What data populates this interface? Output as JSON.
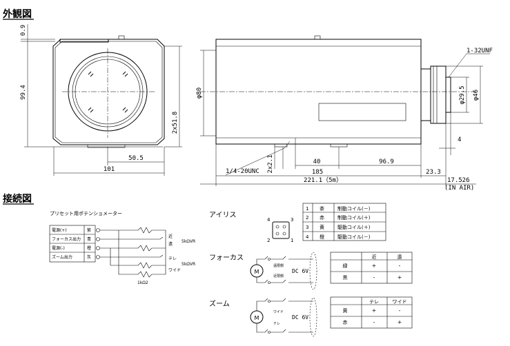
{
  "headings": {
    "exterior": "外観図",
    "wiring": "接続図"
  },
  "front": {
    "d_top": "0.9",
    "d_height": "99.4",
    "d_right": "2x51.8",
    "d_half": "50.5",
    "d_width": "101"
  },
  "side": {
    "thread": "1-32UNF",
    "d_body": "φ80",
    "d_lens": "φ29.5",
    "d_flange": "φ46",
    "d_4": "4",
    "d_2x2_1": "2x2.1",
    "d_40": "40",
    "d_96_9": "96.9",
    "tripod": "1/4-20UNC",
    "d_185": "185",
    "d_23_3": "23.3",
    "d_total": "221.1（5m）",
    "d_17526": "17.526",
    "in_air": "(IN AIR)"
  },
  "pot": {
    "title": "プリセット用ポテンショメーター",
    "rows": [
      {
        "label": "電源(+)",
        "color": "紫"
      },
      {
        "label": "フォーカス出力",
        "color": "青"
      },
      {
        "label": "電源(-)",
        "color": "橙"
      },
      {
        "label": "ズーム出力",
        "color": "灰"
      }
    ],
    "near": "近",
    "far": "遠",
    "tele": "テレ",
    "wide": "ワイド",
    "r1": "5kΩVR",
    "r2": "5kΩVR",
    "r3": "1kΩ2"
  },
  "iris": {
    "label": "アイリス",
    "pins": [
      "4",
      "3",
      "2",
      "1"
    ],
    "rows": [
      {
        "n": "1",
        "color": "茶",
        "desc": "制動コイル(－)"
      },
      {
        "n": "2",
        "color": "赤",
        "desc": "制動コイル(＋)"
      },
      {
        "n": "3",
        "color": "黄",
        "desc": "駆動コイル(＋)"
      },
      {
        "n": "4",
        "color": "橙",
        "desc": "駆動コイル(－)"
      }
    ]
  },
  "focus": {
    "label": "フォーカス",
    "motor": "M",
    "dc": "DC 6V",
    "sw1": "遠限側",
    "sw2": "近限側",
    "cols": [
      "近",
      "遠"
    ],
    "rows": [
      {
        "name": "緑",
        "v1": "+",
        "v2": "-"
      },
      {
        "name": "黒",
        "v1": "-",
        "v2": "+"
      }
    ]
  },
  "zoom": {
    "label": "ズーム",
    "motor": "M",
    "dc": "DC 6V",
    "sw1": "ワイド",
    "sw2": "テレ",
    "cols": [
      "テレ",
      "ワイド"
    ],
    "rows": [
      {
        "name": "黄",
        "v1": "+",
        "v2": "-"
      },
      {
        "name": "赤",
        "v1": "-",
        "v2": "+"
      }
    ]
  }
}
